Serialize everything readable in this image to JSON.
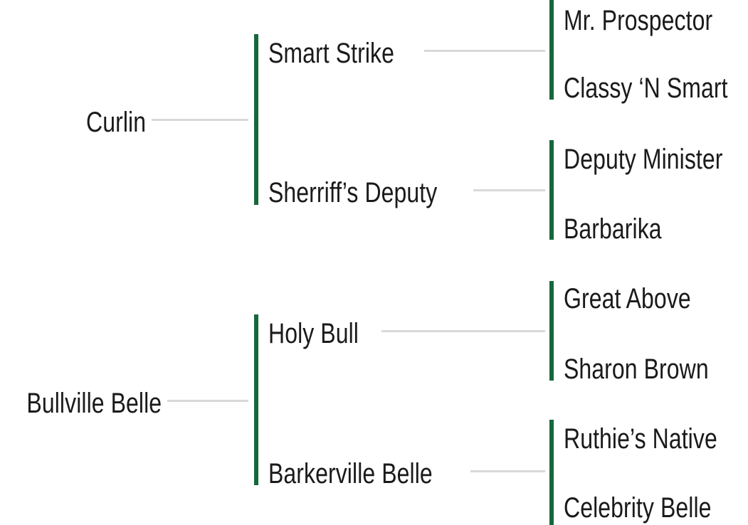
{
  "chart_data": {
    "type": "diagram",
    "diagram_type": "pedigree-tree",
    "title": "",
    "generations": 3,
    "accent_color": "#15683a",
    "connector_color": "#d9d9d9",
    "text_color": "#1a1a1a",
    "background_color": "#ffffff",
    "nodes": {
      "gen1": [
        {
          "id": "sire",
          "name": "Curlin"
        },
        {
          "id": "dam",
          "name": "Bullville Belle"
        }
      ],
      "gen2": [
        {
          "id": "sire-sire",
          "name": "Smart Strike",
          "parent": "sire"
        },
        {
          "id": "sire-dam",
          "name": "Sherriff’s Deputy",
          "parent": "sire"
        },
        {
          "id": "dam-sire",
          "name": "Holy Bull",
          "parent": "dam"
        },
        {
          "id": "dam-dam",
          "name": "Barkerville Belle",
          "parent": "dam"
        }
      ],
      "gen3": [
        {
          "id": "ss-sire",
          "name": "Mr. Prospector",
          "parent": "sire-sire"
        },
        {
          "id": "ss-dam",
          "name": "Classy ‘N Smart",
          "parent": "sire-sire"
        },
        {
          "id": "sd-sire",
          "name": "Deputy Minister",
          "parent": "sire-dam"
        },
        {
          "id": "sd-dam",
          "name": "Barbarika",
          "parent": "sire-dam"
        },
        {
          "id": "ds-sire",
          "name": "Great Above",
          "parent": "dam-sire"
        },
        {
          "id": "ds-dam",
          "name": "Sharon Brown",
          "parent": "dam-sire"
        },
        {
          "id": "dd-sire",
          "name": "Ruthie’s Native",
          "parent": "dam-dam"
        },
        {
          "id": "dd-dam",
          "name": "Celebrity Belle",
          "parent": "dam-dam"
        }
      ]
    }
  },
  "tree": {
    "gen1": {
      "curlin": "Curlin",
      "bullville_belle": "Bullville Belle"
    },
    "gen2": {
      "smart_strike": "Smart Strike",
      "sherriffs_deputy": "Sherriff’s Deputy",
      "holy_bull": "Holy Bull",
      "barkerville_belle": "Barkerville Belle"
    },
    "gen3": {
      "mr_prospector": "Mr. Prospector",
      "classy_n_smart": "Classy ‘N Smart",
      "deputy_minister": "Deputy Minister",
      "barbarika": "Barbarika",
      "great_above": "Great Above",
      "sharon_brown": "Sharon Brown",
      "ruthies_native": "Ruthie’s Native",
      "celebrity_belle": "Celebrity Belle"
    }
  }
}
